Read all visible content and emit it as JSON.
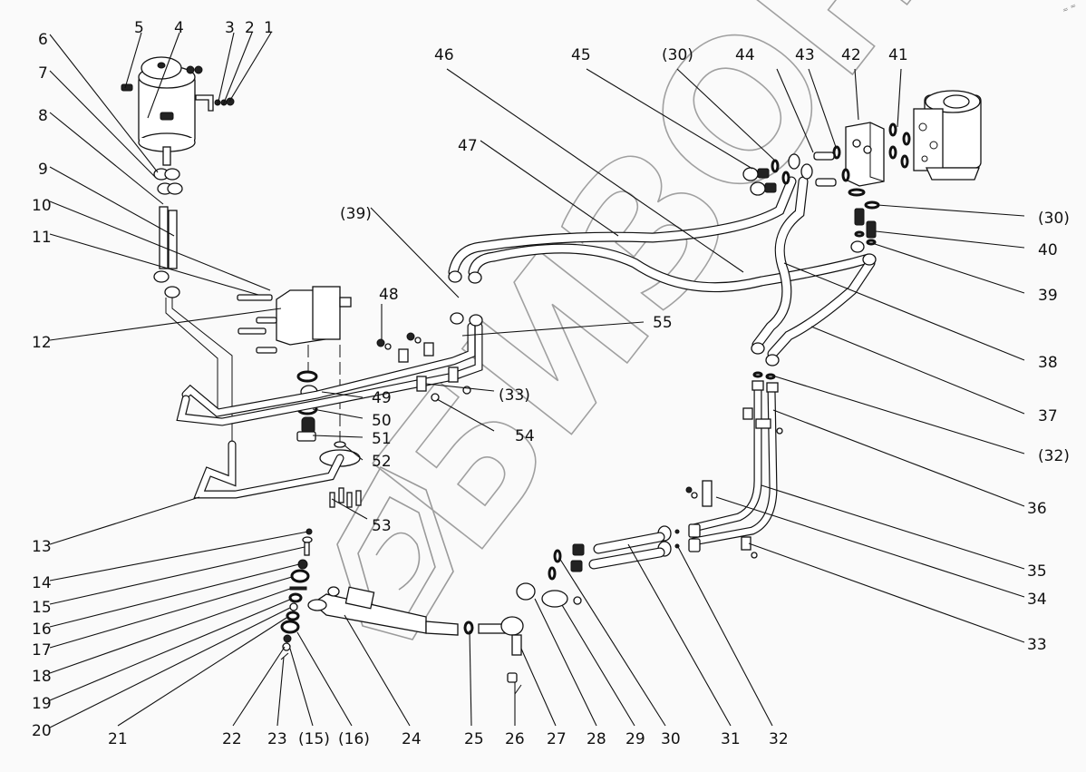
{
  "diagram": {
    "type": "exploded-parts-diagram",
    "subject": "hydraulic power steering system",
    "watermark_text": "БИЗОН",
    "corner_mark": "≈ ≈",
    "callouts": [
      {
        "id": "c1",
        "label": "1"
      },
      {
        "id": "c2",
        "label": "2"
      },
      {
        "id": "c3",
        "label": "3"
      },
      {
        "id": "c4",
        "label": "4"
      },
      {
        "id": "c5",
        "label": "5"
      },
      {
        "id": "c6",
        "label": "6"
      },
      {
        "id": "c7",
        "label": "7"
      },
      {
        "id": "c8",
        "label": "8"
      },
      {
        "id": "c9",
        "label": "9"
      },
      {
        "id": "c10",
        "label": "10"
      },
      {
        "id": "c11",
        "label": "11"
      },
      {
        "id": "c12",
        "label": "12"
      },
      {
        "id": "c13",
        "label": "13"
      },
      {
        "id": "c14",
        "label": "14"
      },
      {
        "id": "c15",
        "label": "15"
      },
      {
        "id": "c16",
        "label": "16"
      },
      {
        "id": "c17",
        "label": "17"
      },
      {
        "id": "c18",
        "label": "18"
      },
      {
        "id": "c19",
        "label": "19"
      },
      {
        "id": "c20",
        "label": "20"
      },
      {
        "id": "c21",
        "label": "21"
      },
      {
        "id": "c22",
        "label": "22"
      },
      {
        "id": "c23",
        "label": "23"
      },
      {
        "id": "c15r",
        "label": "(15)"
      },
      {
        "id": "c16r",
        "label": "(16)"
      },
      {
        "id": "c24",
        "label": "24"
      },
      {
        "id": "c25",
        "label": "25"
      },
      {
        "id": "c26",
        "label": "26"
      },
      {
        "id": "c27",
        "label": "27"
      },
      {
        "id": "c28",
        "label": "28"
      },
      {
        "id": "c29",
        "label": "29"
      },
      {
        "id": "c30",
        "label": "30"
      },
      {
        "id": "c31",
        "label": "31"
      },
      {
        "id": "c32",
        "label": "32"
      },
      {
        "id": "c33",
        "label": "33"
      },
      {
        "id": "c34",
        "label": "34"
      },
      {
        "id": "c35",
        "label": "35"
      },
      {
        "id": "c36",
        "label": "36"
      },
      {
        "id": "c32r",
        "label": "(32)"
      },
      {
        "id": "c37",
        "label": "37"
      },
      {
        "id": "c38",
        "label": "38"
      },
      {
        "id": "c39",
        "label": "39"
      },
      {
        "id": "c40",
        "label": "40"
      },
      {
        "id": "c30r_right",
        "label": "(30)"
      },
      {
        "id": "c41",
        "label": "41"
      },
      {
        "id": "c42",
        "label": "42"
      },
      {
        "id": "c43",
        "label": "43"
      },
      {
        "id": "c44",
        "label": "44"
      },
      {
        "id": "c30r_top",
        "label": "(30)"
      },
      {
        "id": "c45",
        "label": "45"
      },
      {
        "id": "c46",
        "label": "46"
      },
      {
        "id": "c47",
        "label": "47"
      },
      {
        "id": "c39r",
        "label": "(39)"
      },
      {
        "id": "c48",
        "label": "48"
      },
      {
        "id": "c55",
        "label": "55"
      },
      {
        "id": "c49",
        "label": "49"
      },
      {
        "id": "c50",
        "label": "50"
      },
      {
        "id": "c51",
        "label": "51"
      },
      {
        "id": "c52",
        "label": "52"
      },
      {
        "id": "c33r",
        "label": "(33)"
      },
      {
        "id": "c54",
        "label": "54"
      },
      {
        "id": "c53",
        "label": "53"
      }
    ]
  }
}
